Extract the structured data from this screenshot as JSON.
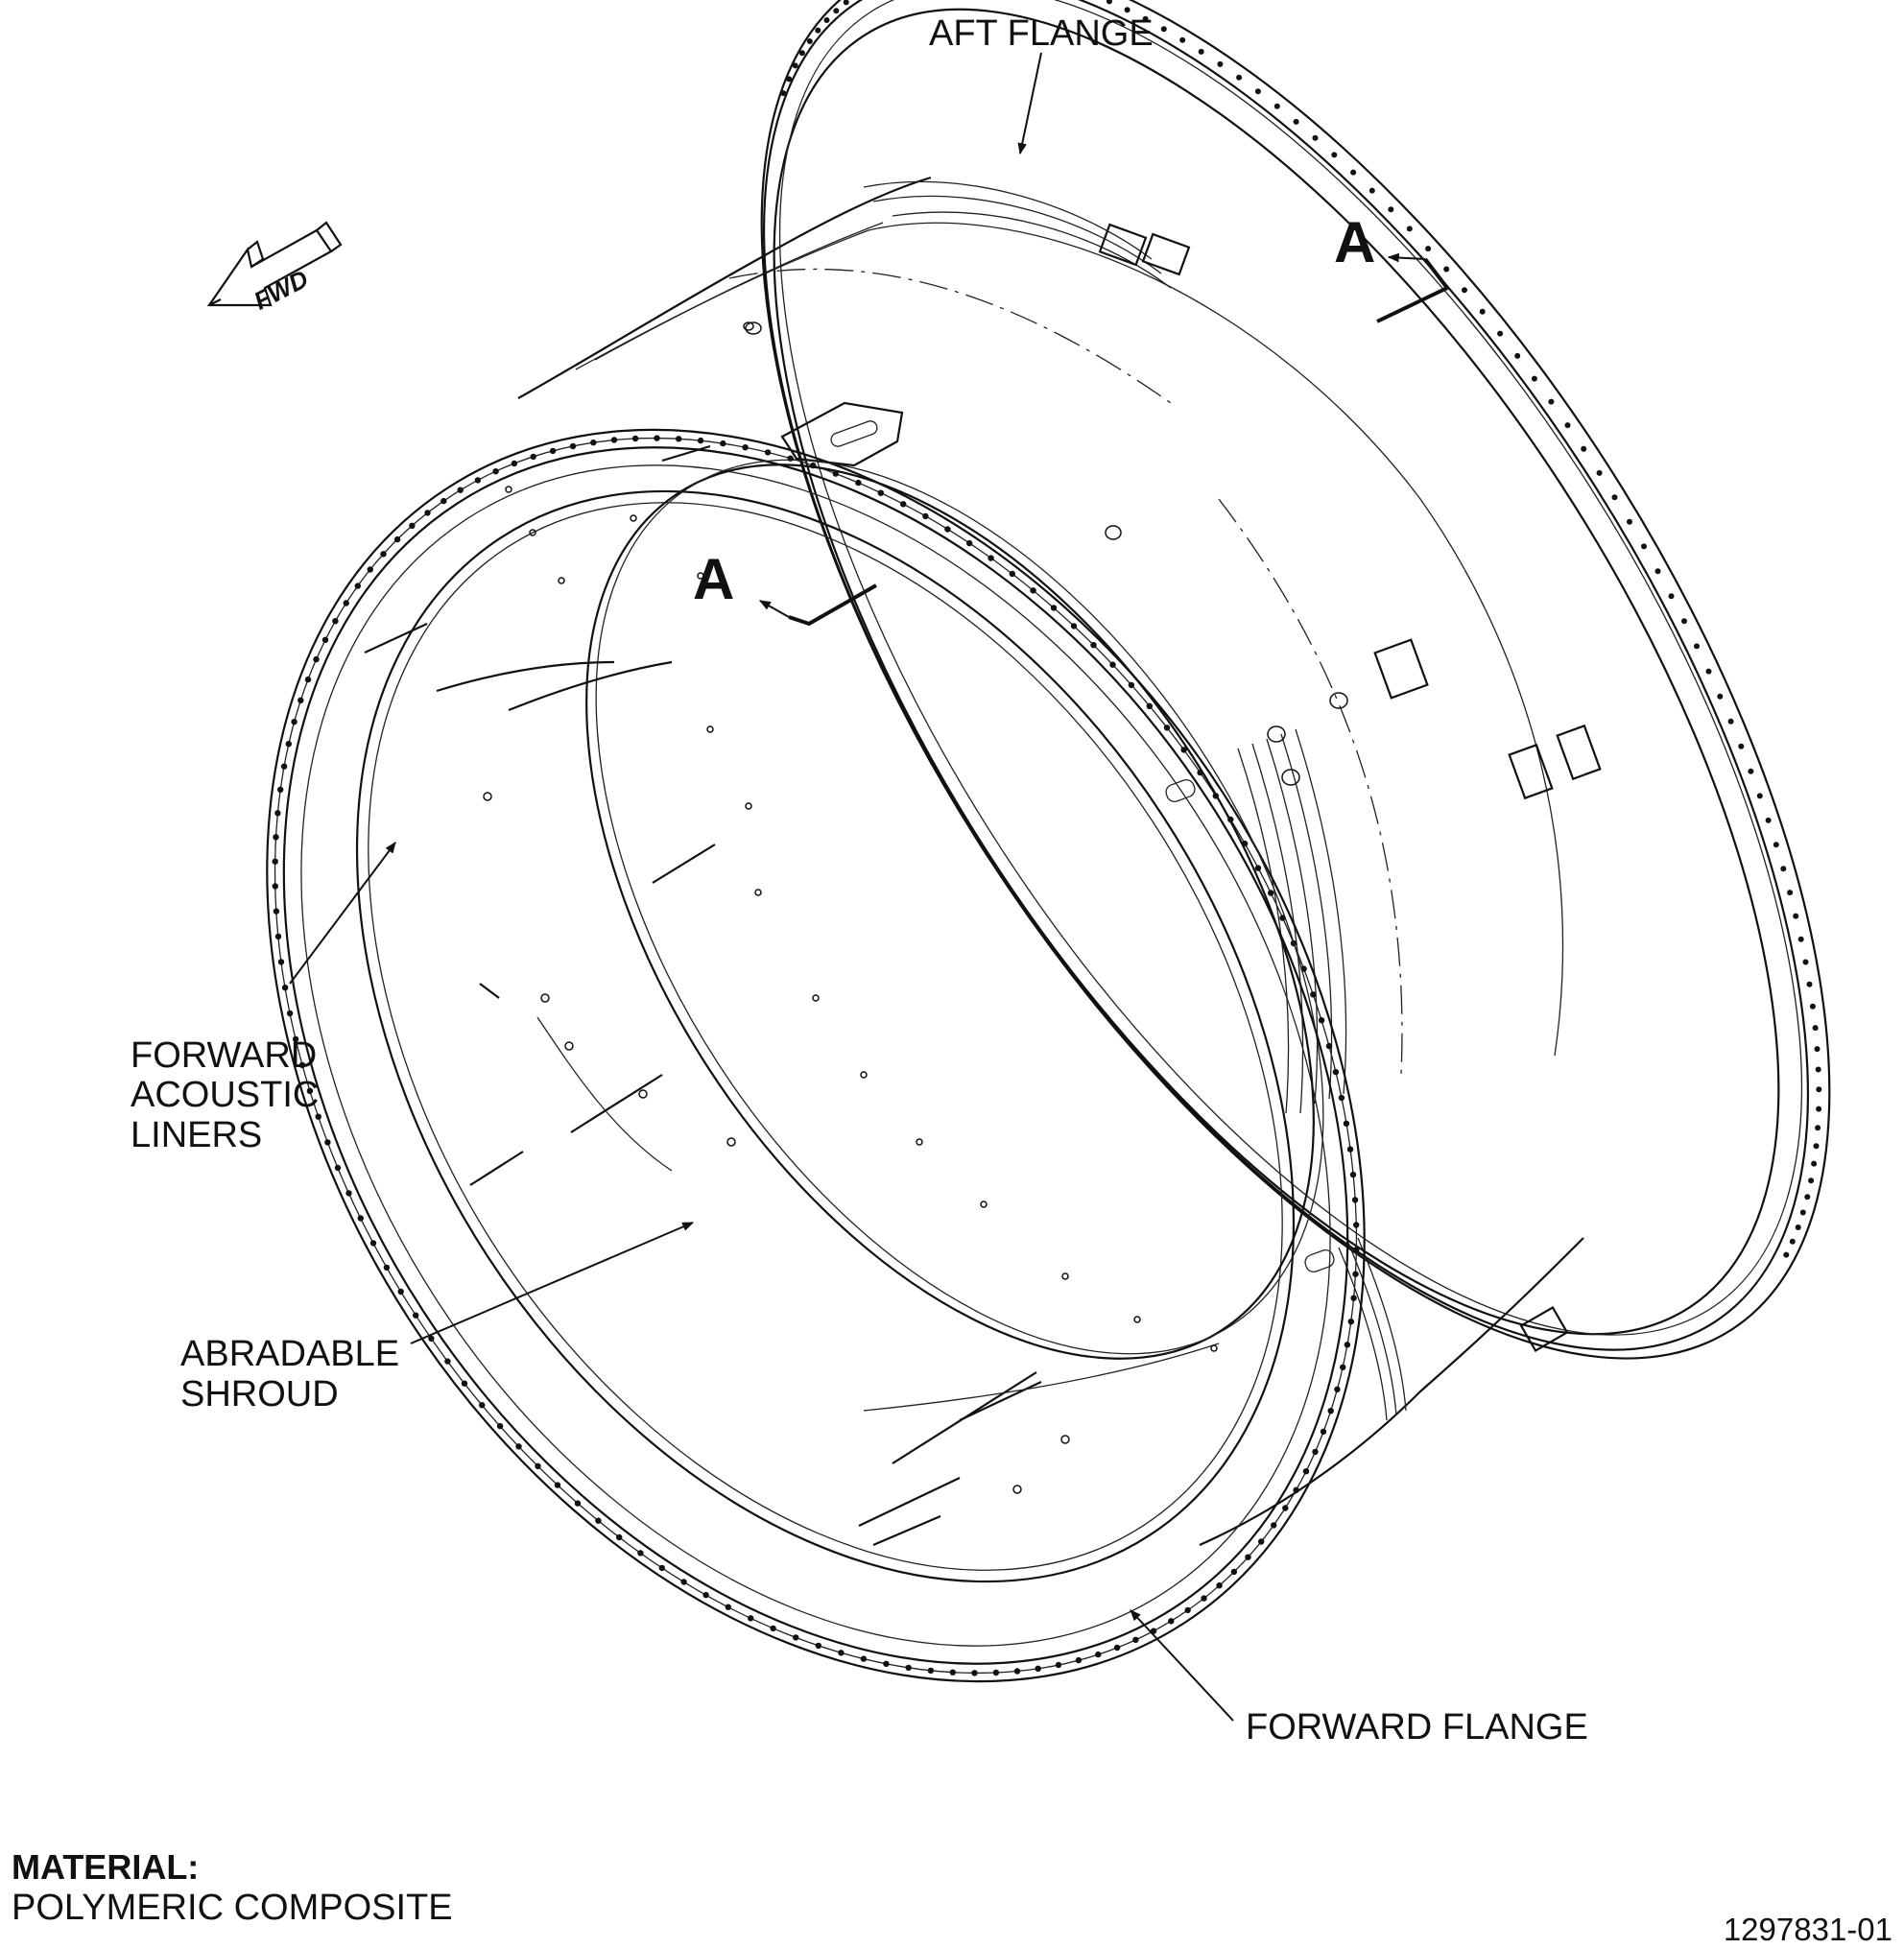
{
  "labels": {
    "aft_flange": "AFT FLANGE",
    "forward_flange": "FORWARD FLANGE",
    "forward_acoustic_liners_line1": "FORWARD",
    "forward_acoustic_liners_line2": "ACOUSTIC",
    "forward_acoustic_liners_line3": "LINERS",
    "abradable_shroud_line1": "ABRADABLE",
    "abradable_shroud_line2": "SHROUD",
    "fwd_arrow": "FWD",
    "section_marker_top": "A",
    "section_marker_inner": "A"
  },
  "material": {
    "heading": "MATERIAL:",
    "value": "POLYMERIC COMPOSITE"
  },
  "figure_id": "1297831-01"
}
